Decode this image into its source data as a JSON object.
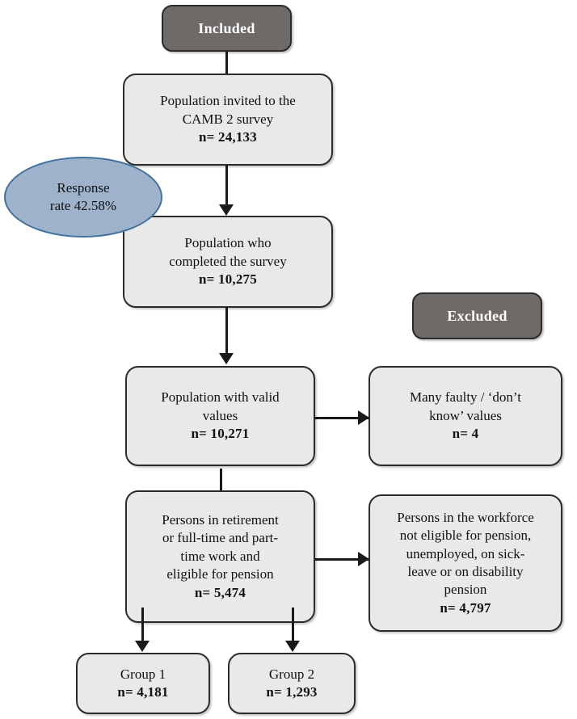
{
  "figure": {
    "type": "flowchart",
    "title": "Study population flow diagram"
  },
  "headers": {
    "included": "Included",
    "excluded": "Excluded"
  },
  "annotation": {
    "response_rate_line1": "Response",
    "response_rate_line2": "rate 42.58%"
  },
  "nodes": {
    "invited": {
      "line1": "Population invited to the",
      "line2": "CAMB 2 survey",
      "value": "n= 24,133"
    },
    "completed": {
      "line1": "Population who",
      "line2": "completed the survey",
      "value": "n= 10,275"
    },
    "valid": {
      "line1": "Population with valid",
      "line2": "values",
      "value": "n= 10,271"
    },
    "faulty": {
      "line1": "Many faulty / ‘don’t",
      "line2": "know’ values",
      "value": "n= 4"
    },
    "eligible": {
      "line1": "Persons in retirement",
      "line2": "or full-time and part-",
      "line3": "time work and",
      "line4": "eligible for pension",
      "value": "n= 5,474"
    },
    "not_eligible": {
      "line1": "Persons in the workforce",
      "line2": "not eligible for pension,",
      "line3": "unemployed, on sick-",
      "line4": "leave or on disability",
      "line5": "pension",
      "value": "n= 4,797"
    },
    "group1": {
      "line1": "Group 1",
      "value": "n= 4,181"
    },
    "group2": {
      "line1": "Group 2",
      "value": "n= 1,293"
    }
  },
  "colors": {
    "header_fill": "#6E6A68",
    "node_fill": "#E9E9E9",
    "node_border": "#2B2B2B",
    "ellipse_fill": "#9FB2CB",
    "ellipse_border": "#41719C",
    "connector": "#1A1A1A"
  }
}
